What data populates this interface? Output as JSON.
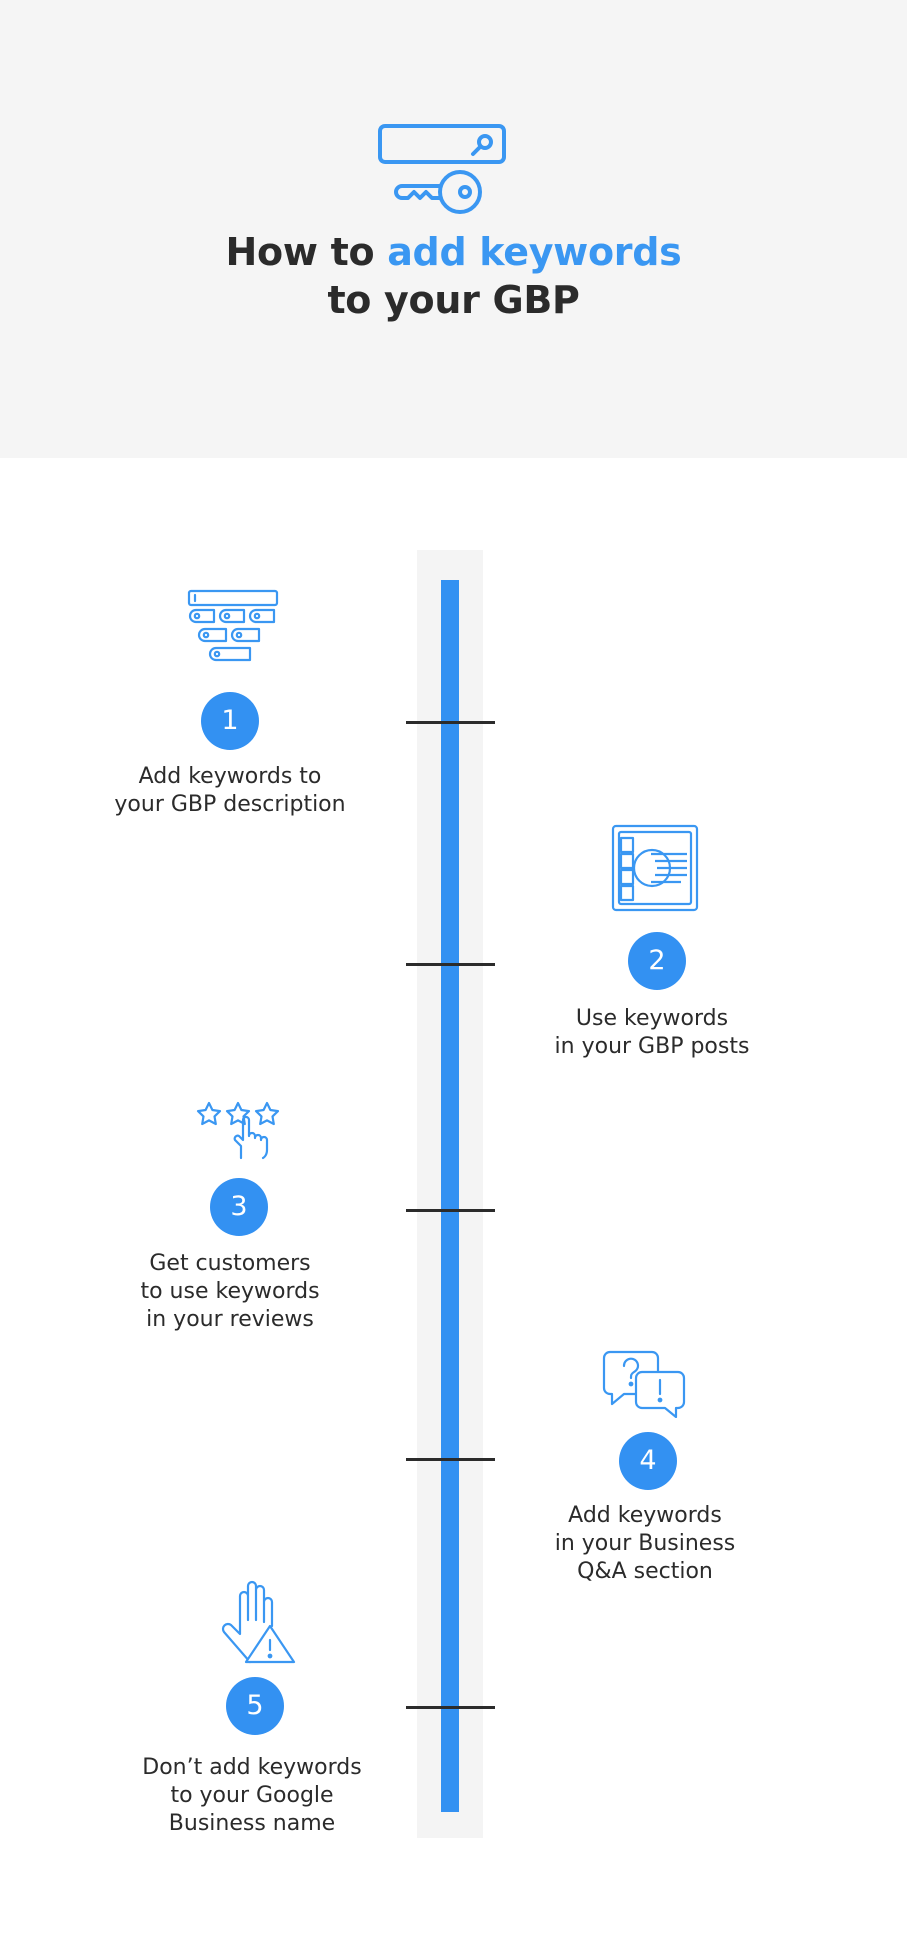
{
  "header": {
    "icon": "keyword-key-search-icon",
    "title_prefix": "How to ",
    "title_accent": "add keywords",
    "title_line2": "to your GBP"
  },
  "colors": {
    "accent": "#3a97f2",
    "track": "#3391f2",
    "text": "#2b2b2b",
    "header_bg": "#f5f5f5"
  },
  "steps": [
    {
      "number": "1",
      "icon": "keyword-tags-icon",
      "lines": [
        "Add keywords to",
        "your GBP description"
      ]
    },
    {
      "number": "2",
      "icon": "posts-document-icon",
      "lines": [
        "Use keywords",
        "in your GBP posts"
      ]
    },
    {
      "number": "3",
      "icon": "star-rating-tap-icon",
      "lines": [
        "Get customers",
        "to use keywords",
        "in your reviews"
      ]
    },
    {
      "number": "4",
      "icon": "question-answer-bubbles-icon",
      "lines": [
        "Add keywords",
        "in your Business",
        "Q&A section"
      ]
    },
    {
      "number": "5",
      "icon": "hand-warning-icon",
      "lines": [
        "Don’t add keywords",
        "to your Google",
        "Business name"
      ]
    }
  ]
}
